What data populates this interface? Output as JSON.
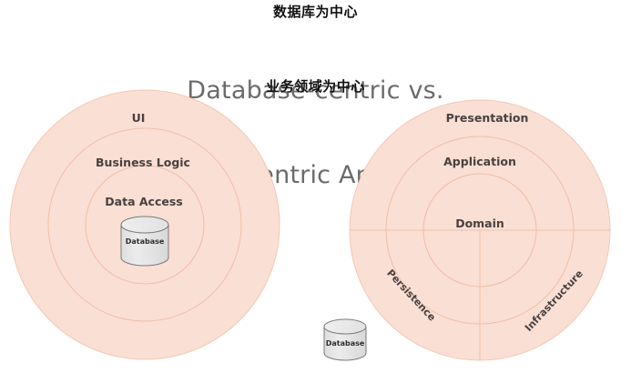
{
  "annotations": {
    "top_cn": "数据库为中心",
    "bottom_cn": "业务领域为中心"
  },
  "title": {
    "line1": "Database-centric vs.",
    "line2": "Domain-centric Architecture",
    "full": "Database-centric vs. Domain-centric Architecture",
    "color": "#6b6b6b"
  },
  "colors": {
    "ring_fill": "#fadfd4",
    "ring_stroke": "#f0c2ae",
    "label_text": "#4a4040",
    "title_text": "#6b6b6b",
    "annotation_text": "#111111",
    "cylinder_fill": "#e6e6e6",
    "cylinder_stroke": "#777777",
    "background": "#ffffff"
  },
  "left_diagram": {
    "name": "database-centric-architecture",
    "rings": [
      {
        "label": "UI",
        "level": 1
      },
      {
        "label": "Business Logic",
        "level": 2
      },
      {
        "label": "Data Access",
        "level": 3
      }
    ],
    "cylinder": {
      "label": "Database"
    }
  },
  "right_diagram": {
    "name": "domain-centric-architecture",
    "rings": [
      {
        "label": "Presentation",
        "level": 1
      },
      {
        "label": "Application",
        "level": 2
      },
      {
        "label": "Domain",
        "level": 3
      }
    ],
    "outer_sectors": [
      {
        "label": "Persistence"
      },
      {
        "label": "Infrastructure"
      }
    ],
    "cylinder": {
      "label": "Database"
    }
  }
}
